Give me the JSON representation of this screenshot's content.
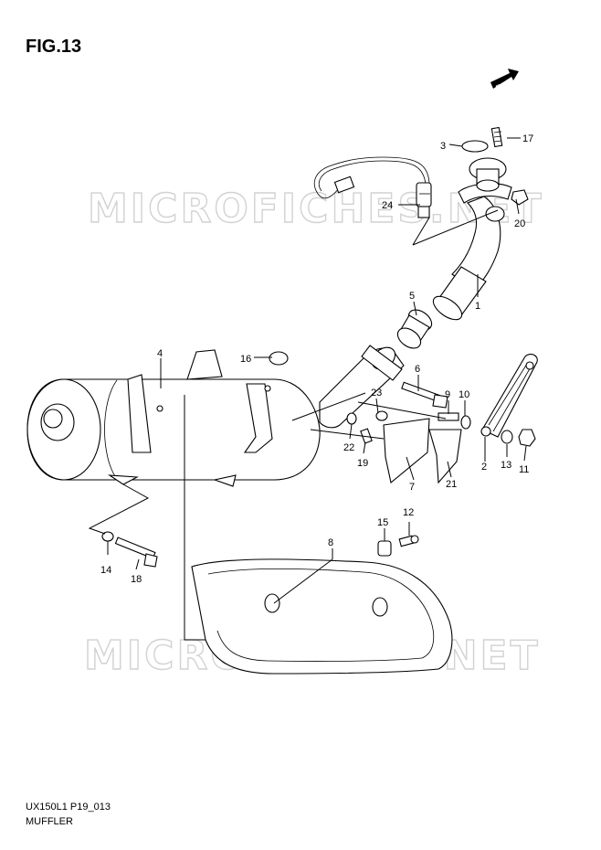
{
  "figure": {
    "title": "FIG.13",
    "code": "UX150L1 P19_013",
    "name": "MUFFLER",
    "watermark": "MICROFICHES.NET",
    "fwd_label": "FWD"
  },
  "callouts": [
    {
      "id": "c1",
      "label": "1"
    },
    {
      "id": "c2",
      "label": "2"
    },
    {
      "id": "c3",
      "label": "3"
    },
    {
      "id": "c4",
      "label": "4"
    },
    {
      "id": "c5",
      "label": "5"
    },
    {
      "id": "c6",
      "label": "6"
    },
    {
      "id": "c7",
      "label": "7"
    },
    {
      "id": "c8",
      "label": "8"
    },
    {
      "id": "c9",
      "label": "9"
    },
    {
      "id": "c10",
      "label": "10"
    },
    {
      "id": "c11",
      "label": "11"
    },
    {
      "id": "c12",
      "label": "12"
    },
    {
      "id": "c13",
      "label": "13"
    },
    {
      "id": "c14",
      "label": "14"
    },
    {
      "id": "c15",
      "label": "15"
    },
    {
      "id": "c16",
      "label": "16"
    },
    {
      "id": "c17",
      "label": "17"
    },
    {
      "id": "c18",
      "label": "18"
    },
    {
      "id": "c19",
      "label": "19"
    },
    {
      "id": "c20",
      "label": "20"
    },
    {
      "id": "c21",
      "label": "21"
    },
    {
      "id": "c22",
      "label": "22"
    },
    {
      "id": "c23",
      "label": "23"
    },
    {
      "id": "c24",
      "label": "24"
    }
  ]
}
